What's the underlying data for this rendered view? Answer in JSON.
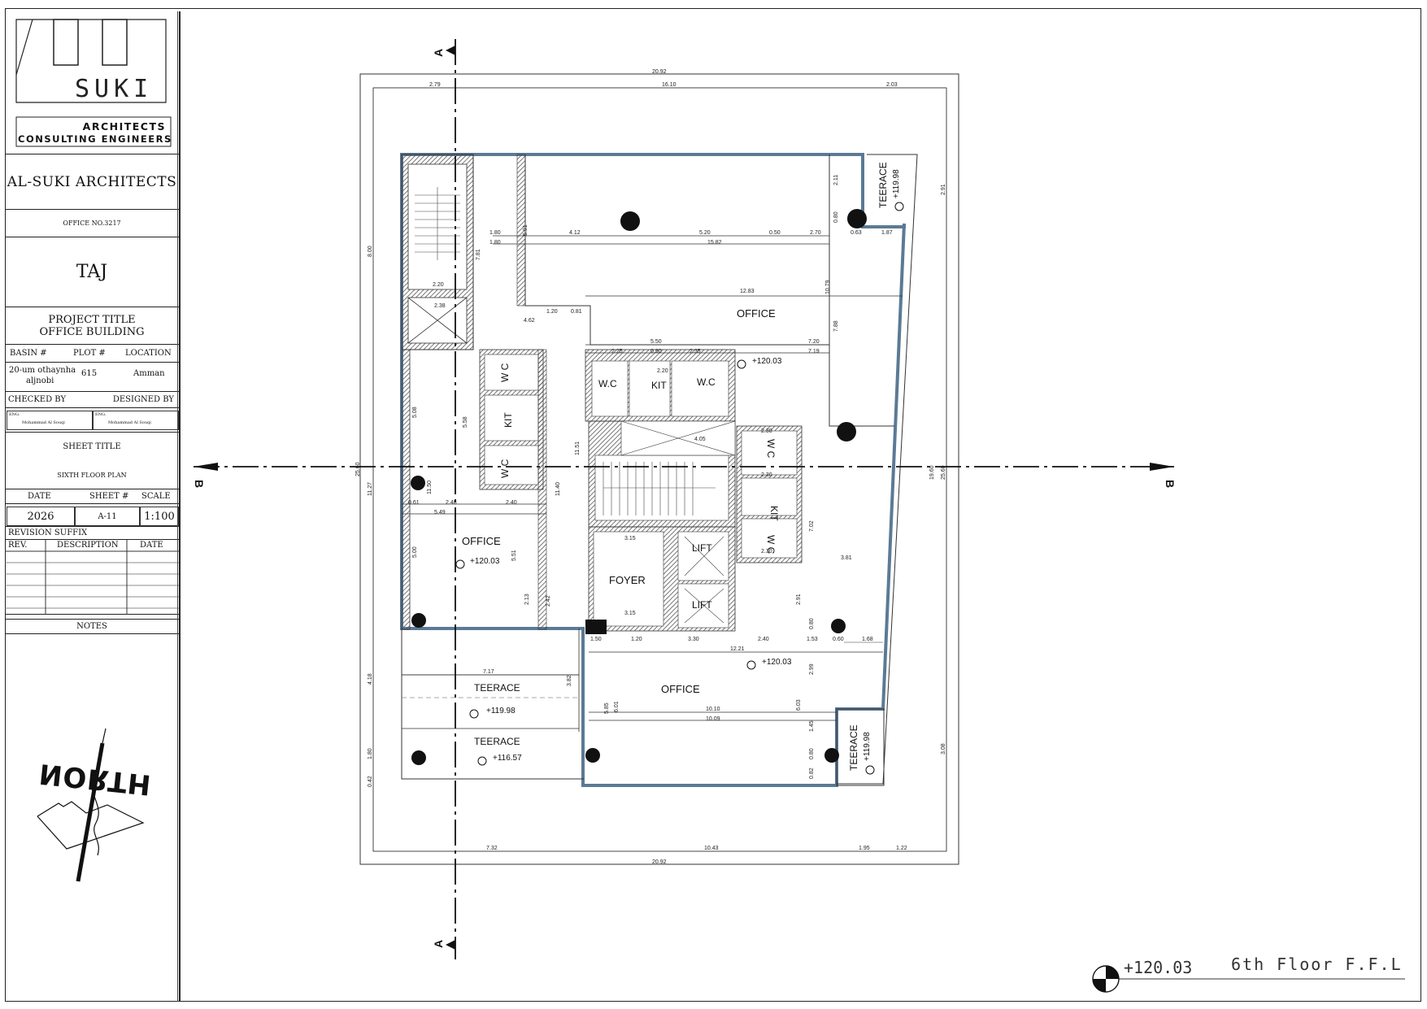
{
  "titleblock": {
    "logo_text": "SUKI",
    "logo_line1": "ARCHITECTS",
    "logo_line2": "CONSULTING ENGINEERS",
    "firm": "AL-SUKI ARCHITECTS",
    "office_no": "OFFICE NO.3217",
    "project_name": "TAJ",
    "project_title_label": "PROJECT TITLE",
    "project_title": "OFFICE BUILDING",
    "basin_label": "BASIN #",
    "plot_label": "PLOT #",
    "location_label": "LOCATION",
    "basin_value_line1": "20-um othaynha",
    "basin_value_line2": "aljnobi",
    "plot_value": "615",
    "location_value": "Amman",
    "checked_label": "CHECKED BY",
    "designed_label": "DESIGNED BY",
    "eng_prefix": "ENG.",
    "checked_name": "Mohammad Al Souqi",
    "designed_name": "Mohammad Al Souqi",
    "sheet_title_label": "SHEET TITLE",
    "sheet_title": "SIXTH FLOOR PLAN",
    "date_label": "DATE",
    "sheet_no_label": "SHEET #",
    "scale_label": "SCALE",
    "date_value": "2026",
    "sheet_no_value": "A-11",
    "scale_value": "1:100",
    "revision_suffix": "REVISION SUFFIX",
    "rev_label": "REV.",
    "description_label": "DESCRIPTION",
    "rev_date_label": "DATE",
    "notes_label": "NOTES",
    "north_label": "NORTH"
  },
  "plan": {
    "section_a": "A",
    "section_b": "B",
    "rooms": {
      "office_top": "OFFICE",
      "office_left": "OFFICE",
      "office_bottom": "OFFICE",
      "foyer": "FOYER",
      "lift1": "LIFT",
      "lift2": "LIFT",
      "kit_center": "KIT",
      "kit_left": "KIT",
      "kit_right": "KIT",
      "wc1": "W.C",
      "wc2": "W.C",
      "wc3": "W C",
      "wc4": "W C",
      "wc5": "W C",
      "wc6": "W C",
      "terrace_top": "TEERACE",
      "terrace_right": "TEERACE",
      "terrace_bl1": "TEERACE",
      "terrace_bl2": "TEERACE"
    },
    "levels": {
      "top": "+120.03",
      "left": "+120.03",
      "bottom": "+120.03",
      "terrace_top": "+119.98",
      "terrace_right": "+119.98",
      "terrace_bl1": "+119.98",
      "terrace_bl2": "+116.57"
    },
    "dims": {
      "top_overall": "20.92",
      "top_a": "2.79",
      "top_b": "16.10",
      "top_c": "2.03",
      "bot_overall": "20.92",
      "bot_a": "7.32",
      "bot_b": "10.43",
      "bot_c": "1.95",
      "bot_d": "1.22",
      "left_overall": "25.60",
      "left_a": "8.00",
      "left_b": "11.27",
      "left_c": "4.18",
      "left_d": "1.80",
      "left_e": "0.42",
      "right_overall": "25.60",
      "right_a": "2.91",
      "right_b": "19.60",
      "right_c": "3.08",
      "d_412": "4.12",
      "d_520": "5.20",
      "d_050": "0.50",
      "d_270": "2.70",
      "d_063": "0.63",
      "d_187": "1.87",
      "d_1582": "15.82",
      "d_1283": "12.83",
      "d_1079": "10.79",
      "d_788": "7.88",
      "d_550": "5.50",
      "d_720": "7.20",
      "d_719": "7.19",
      "d_225": "2.25",
      "d_090": "0.90",
      "d_235": "2.35",
      "d_180a": "1.80",
      "d_180b": "1.80",
      "d_591": "5.91",
      "d_781": "7.81",
      "d_462": "4.62",
      "d_120": "1.20",
      "d_081": "0.81",
      "d_238": "2.38",
      "d_220": "2.20",
      "d_508": "5.08",
      "d_558": "5.58",
      "d_1150": "11.50",
      "d_1151": "11.51",
      "d_1140": "11.40",
      "d_549": "5.49",
      "d_240": "2.40",
      "d_248": "2.48",
      "d_061": "0.61",
      "d_500": "5.00",
      "d_551": "5.51",
      "d_213": "2.13",
      "d_242": "2.42",
      "d_717": "7.17",
      "d_382": "3.82",
      "d_315": "3.15",
      "d_405": "4.05",
      "d_1221": "12.21",
      "d_330": "3.30",
      "d_150": "1.50",
      "d_153": "1.53",
      "d_060": "0.60",
      "d_168": "1.68",
      "d_1010": "10.10",
      "d_1009": "10.09",
      "d_585": "5.85",
      "d_601": "6.01",
      "d_603": "6.03",
      "d_299": "2.99",
      "d_291": "2.91",
      "d_080": "0.80",
      "d_082": "0.82",
      "d_145": "1.45",
      "d_702": "7.02",
      "d_381": "3.81",
      "d_230": "2.30",
      "d_211": "2.11"
    }
  },
  "legend": {
    "level": "+120.03",
    "label": "6th Floor F.F.L"
  },
  "colors": {
    "wall_hatch": "#666666",
    "outline_blue": "#5b7a95",
    "ink": "#111111"
  }
}
